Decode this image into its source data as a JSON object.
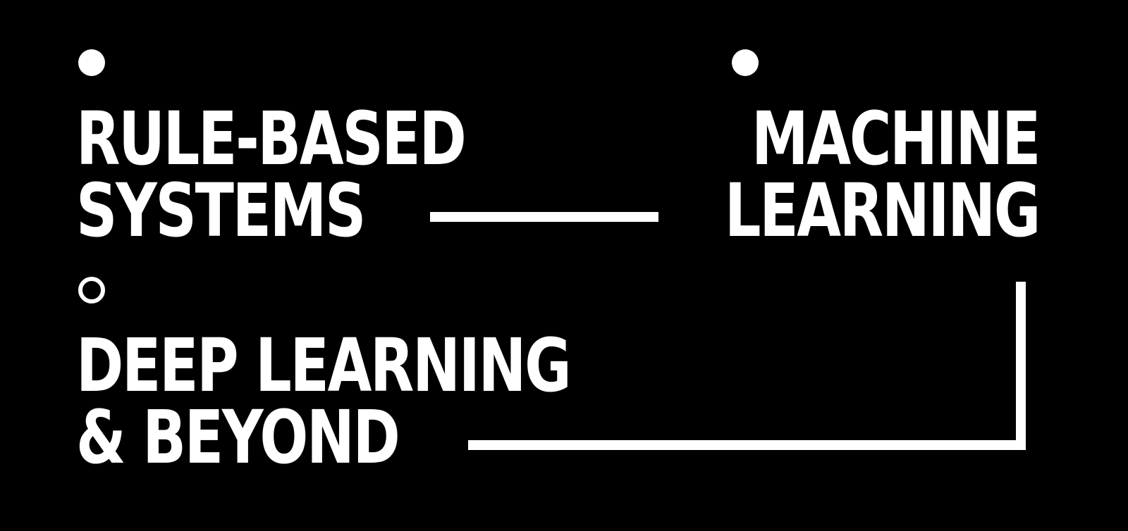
{
  "colors": {
    "background": "#000000",
    "foreground": "#ffffff"
  },
  "stages": [
    {
      "line1": "RULE-BASED",
      "line2": "SYSTEMS",
      "marker": "filled-dot"
    },
    {
      "line1": "MACHINE",
      "line2": "LEARNING",
      "marker": "filled-dot"
    },
    {
      "line1": "DEEP LEARNING",
      "line2": "& BEYOND",
      "marker": "hollow-dot"
    }
  ],
  "connectors": [
    {
      "from": "RULE-BASED SYSTEMS",
      "to": "MACHINE LEARNING",
      "shape": "horizontal-line"
    },
    {
      "from": "MACHINE LEARNING",
      "to": "DEEP LEARNING & BEYOND",
      "shape": "elbow-line"
    }
  ]
}
